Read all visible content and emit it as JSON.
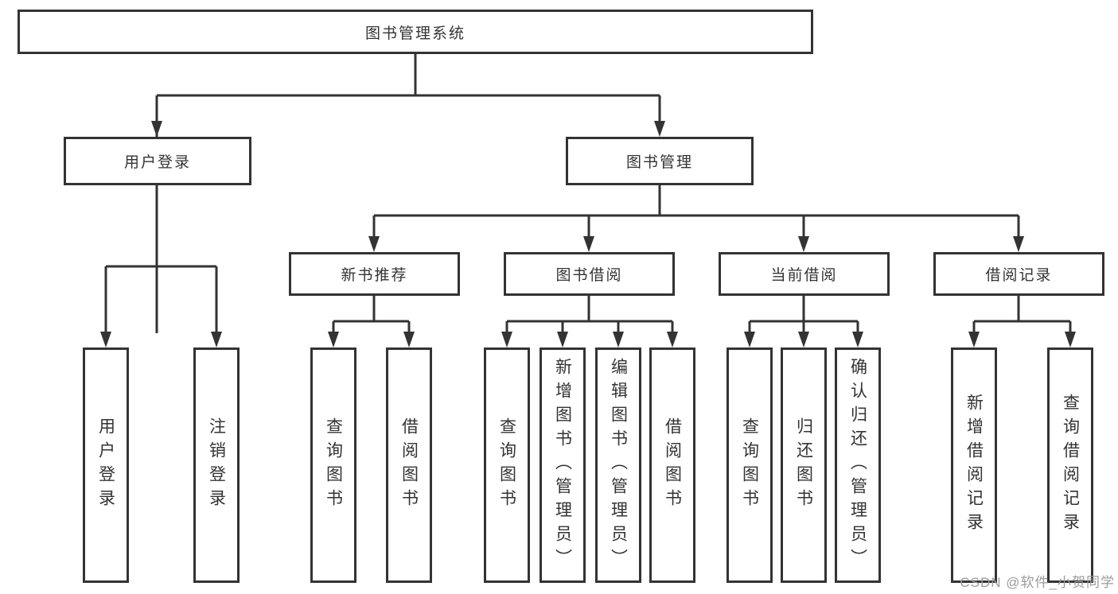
{
  "tree": {
    "root": {
      "label": "图书管理系统"
    },
    "level2": [
      {
        "label": "用户登录"
      },
      {
        "label": "图书管理"
      }
    ],
    "level3": [
      {
        "label": "新书推荐"
      },
      {
        "label": "图书借阅"
      },
      {
        "label": "当前借阅"
      },
      {
        "label": "借阅记录"
      }
    ],
    "leaves": {
      "user_login": [
        {
          "label": "用户登录"
        },
        {
          "label": "注销登录"
        }
      ],
      "new_book": [
        {
          "label": "查询图书"
        },
        {
          "label": "借阅图书"
        }
      ],
      "book_borrow": [
        {
          "label": "查询图书"
        },
        {
          "label": "新增图书（管理员）"
        },
        {
          "label": "编辑图书（管理员）"
        },
        {
          "label": "借阅图书"
        }
      ],
      "current_borrow": [
        {
          "label": "查询图书"
        },
        {
          "label": "归还图书"
        },
        {
          "label": "确认归还（管理员）"
        }
      ],
      "borrow_records": [
        {
          "label": "新增借阅记录"
        },
        {
          "label": "查询借阅记录"
        }
      ]
    }
  },
  "watermark": {
    "text": "CSDN @软件_小贺同学"
  },
  "colors": {
    "line": "#333333",
    "box_border": "#333333",
    "text": "#333333",
    "watermark_text": "#9b9b9b",
    "background": "#ffffff"
  }
}
